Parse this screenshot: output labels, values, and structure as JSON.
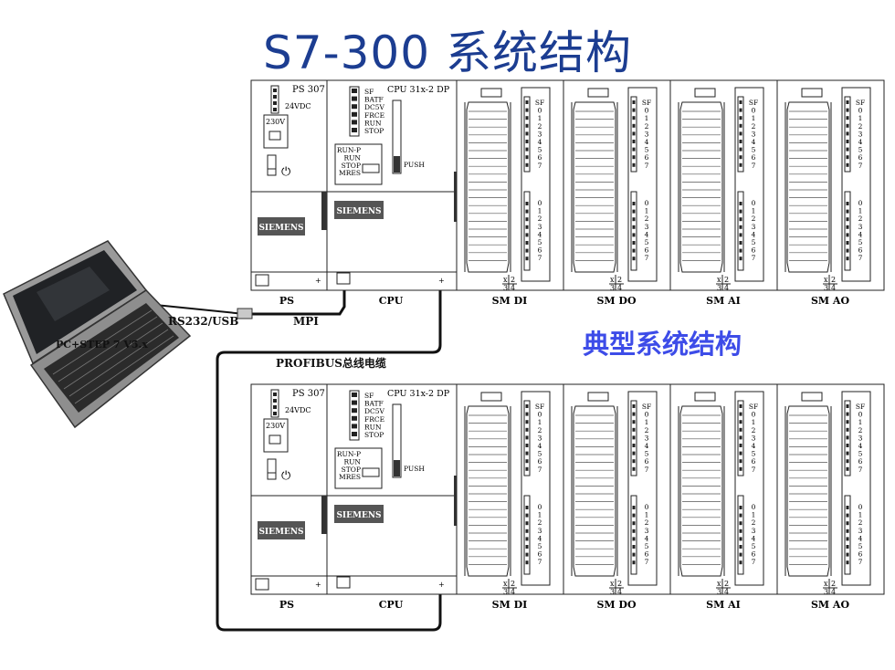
{
  "title": "S7-300 系统结构",
  "subtitle": "典型系统结构",
  "laptop_label": "PC+STEP 7 V5.x",
  "links": {
    "rs232": "RS232/USB",
    "mpi": "MPI",
    "profibus": "PROFIBUS总线电缆"
  },
  "ps": {
    "model": "PS 307",
    "voltage_out": "24VDC",
    "voltage_in": "230V",
    "brand": "SIEMENS",
    "caption": "PS"
  },
  "cpu": {
    "model": "CPU 31x-2 DP",
    "leds": [
      "SF",
      "BATF",
      "DC5V",
      "FRCE",
      "RUN",
      "STOP"
    ],
    "modes": [
      "RUN-P",
      "RUN",
      "STOP",
      "MRES"
    ],
    "push": "PUSH",
    "brand": "SIEMENS",
    "caption": "CPU"
  },
  "sm_channels": [
    "SF",
    "0",
    "1",
    "2",
    "3",
    "4",
    "5",
    "6",
    "7"
  ],
  "sm_channels_low": [
    "0",
    "1",
    "2",
    "3",
    "4",
    "5",
    "6",
    "7"
  ],
  "sm_modules": [
    {
      "caption": "SM DI"
    },
    {
      "caption": "SM DO"
    },
    {
      "caption": "SM AI"
    },
    {
      "caption": "SM AO"
    }
  ],
  "racks": [
    "rack-typical",
    "rack-profibus"
  ]
}
